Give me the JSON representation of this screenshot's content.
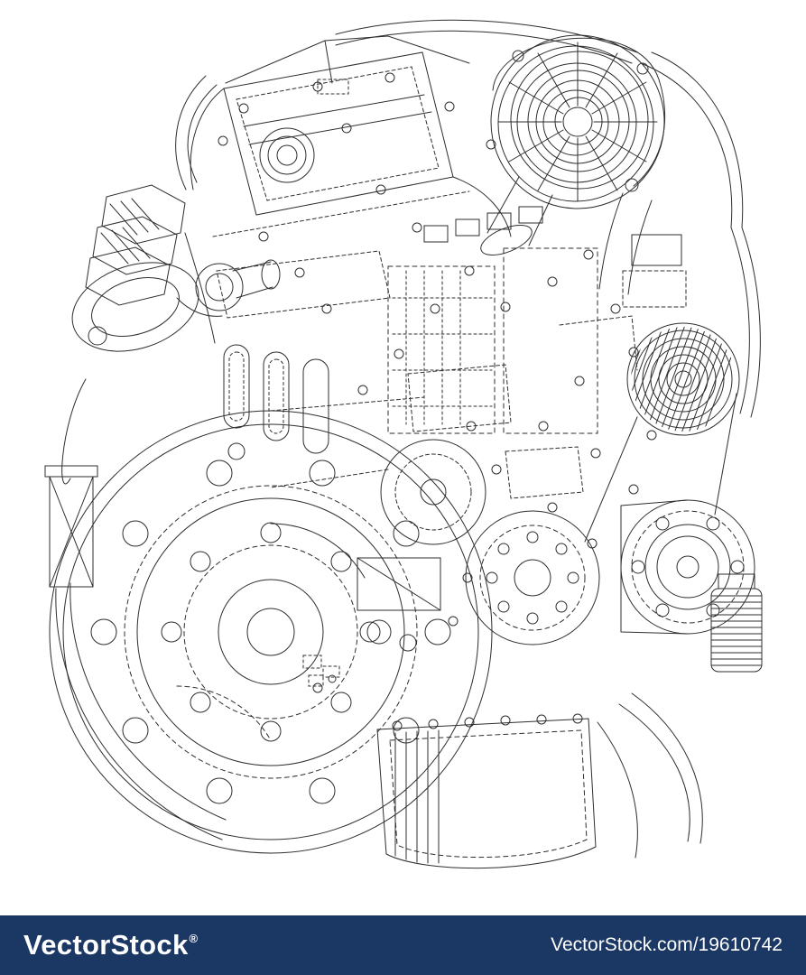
{
  "canvas": {
    "background": "#ffffff",
    "line_color": "#2e2e2e",
    "icon": "engine-wireframe-illustration"
  },
  "footer": {
    "background": "#1b3764",
    "text_color": "#ffffff",
    "brand": "VectorStock",
    "registered_mark": "®",
    "credit": "VectorStock.com/19610742"
  }
}
